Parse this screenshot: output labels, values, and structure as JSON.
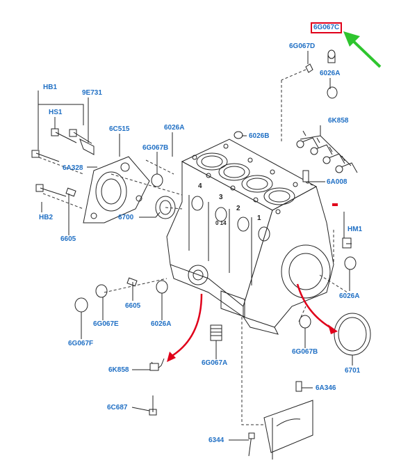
{
  "colors": {
    "label": "#1f6fc4",
    "highlight_border": "#e0001a",
    "red_arrow": "#e0001a",
    "green_arrow": "#2ec52e",
    "line": "#222222"
  },
  "labels": {
    "part_6G067C": "6G067C",
    "part_6G067D": "6G067D",
    "part_6026A_top": "6026A",
    "part_HB1": "HB1",
    "part_9E731": "9E731",
    "part_HS1": "HS1",
    "part_6C515": "6C515",
    "part_6026A_mid": "6026A",
    "part_6026B": "6026B",
    "part_6K858_top": "6K858",
    "part_6G067B_top": "6G067B",
    "part_6A328": "6A328",
    "part_6A008": "6A008",
    "part_HB2": "HB2",
    "part_6700": "6700",
    "part_6605_left": "6605",
    "part_HM1": "HM1",
    "part_6605_mid": "6605",
    "part_6G067E": "6G067E",
    "part_6026A_low": "6026A",
    "part_6026A_right": "6026A",
    "part_6G067F": "6G067F",
    "part_6G067A": "6G067A",
    "part_6G067B_low": "6G067B",
    "part_6701": "6701",
    "part_6K858_low": "6K858",
    "part_6A346": "6A346",
    "part_6C687": "6C687",
    "part_6344": "6344",
    "hidden_label": "",
    "cyl_1": "1",
    "cyl_2": "2",
    "cyl_3": "3",
    "cyl_4": "4",
    "cyl_mark": "0 14"
  }
}
